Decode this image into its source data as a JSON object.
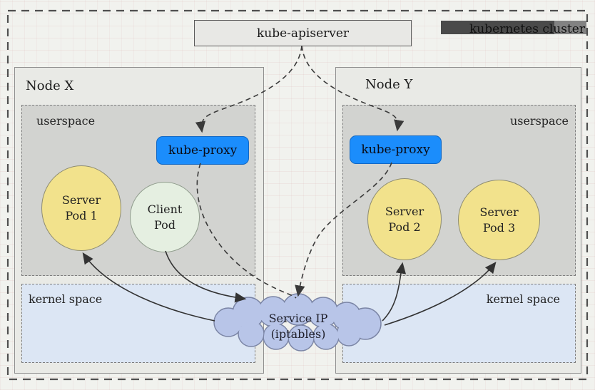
{
  "cluster": {
    "label": "kubernetes cluster"
  },
  "apiserver": {
    "label": "kube-apiserver"
  },
  "nodes": [
    {
      "name": "Node X",
      "userspace_label": "userspace",
      "kernel_label": "kernel space",
      "proxy_label": "kube-proxy",
      "pods": [
        {
          "line1": "Server",
          "line2": "Pod 1",
          "kind": "server"
        },
        {
          "line1": "Client",
          "line2": "Pod",
          "kind": "client"
        }
      ]
    },
    {
      "name": "Node Y",
      "userspace_label": "userspace",
      "kernel_label": "kernel space",
      "proxy_label": "kube-proxy",
      "pods": [
        {
          "line1": "Server",
          "line2": "Pod 2",
          "kind": "server"
        },
        {
          "line1": "Server",
          "line2": "Pod 3",
          "kind": "server"
        }
      ]
    }
  ],
  "service": {
    "line1": "Service IP",
    "line2": "(iptables)"
  },
  "colors": {
    "proxy_blue": "#1b8dfc",
    "server_pod_yellow": "#f2e28c",
    "client_pod_green": "#e5efe1",
    "cloud_blue": "#b8c5e8",
    "kernel_blue": "#dce6f4",
    "userspace_gray": "#d2d3d0",
    "node_gray": "#e9eae6",
    "cluster_bar_dark": "#4a4a4a",
    "cluster_bar_light": "#828282"
  }
}
